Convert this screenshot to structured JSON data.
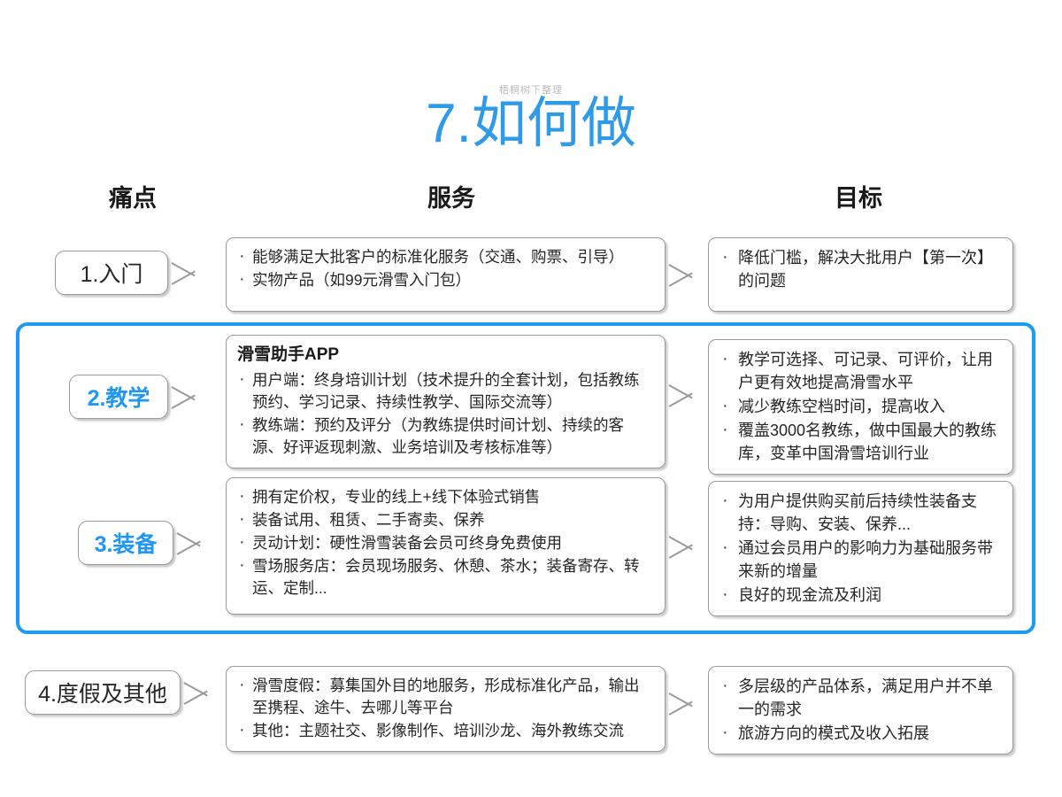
{
  "slide": {
    "watermark": "梧桐树下整理",
    "title": "7.如何做",
    "accent_color": "#2f9ae8",
    "highlight_color": "#1e9bf0"
  },
  "columns": {
    "pain": "痛点",
    "service": "服务",
    "goal": "目标"
  },
  "rows": [
    {
      "pain_label": "1.入门",
      "pain_highlighted": false,
      "service_title": "",
      "service_bullets": [
        "能够满足大批客户的标准化服务（交通、购票、引导）",
        "实物产品（如99元滑雪入门包）"
      ],
      "goal_bullets": [
        "降低门槛，解决大批用户【第一次】的问题"
      ]
    },
    {
      "pain_label": "2.教学",
      "pain_highlighted": true,
      "service_title": "滑雪助手APP",
      "service_bullets": [
        "用户端：终身培训计划（技术提升的全套计划，包括教练预约、学习记录、持续性教学、国际交流等）",
        "教练端：预约及评分（为教练提供时间计划、持续的客源、好评返现刺激、业务培训及考核标准等）"
      ],
      "goal_bullets": [
        "教学可选择、可记录、可评价，让用户更有效地提高滑雪水平",
        "减少教练空档时间，提高收入",
        "覆盖3000名教练，做中国最大的教练库，变革中国滑雪培训行业"
      ]
    },
    {
      "pain_label": "3.装备",
      "pain_highlighted": true,
      "service_title": "",
      "service_bullets": [
        "拥有定价权，专业的线上+线下体验式销售",
        "装备试用、租赁、二手寄卖、保养",
        "灵动计划：硬性滑雪装备会员可终身免费使用",
        "雪场服务店：会员现场服务、休憩、茶水；装备寄存、转运、定制..."
      ],
      "goal_bullets": [
        "为用户提供购买前后持续性装备支持：导购、安装、保养...",
        "通过会员用户的影响力为基础服务带来新的增量",
        "良好的现金流及利润"
      ]
    },
    {
      "pain_label": "4.度假及其他",
      "pain_highlighted": false,
      "service_title": "",
      "service_bullets": [
        "滑雪度假：募集国外目的地服务，形成标准化产品，输出至携程、途牛、去哪儿等平台",
        "其他：主题社交、影像制作、培训沙龙、海外教练交流"
      ],
      "goal_bullets": [
        "多层级的产品体系，满足用户并不单一的需求",
        "旅游方向的模式及收入拓展"
      ]
    }
  ]
}
